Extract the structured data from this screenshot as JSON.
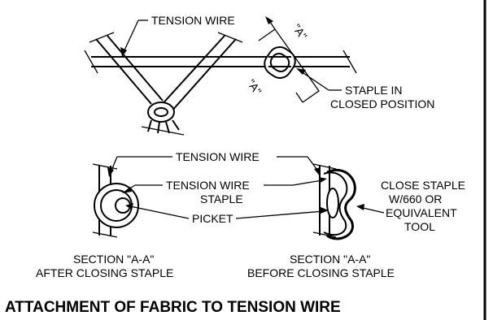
{
  "labels": {
    "tension_wire_top": "TENSION WIRE",
    "section_mark_a_top": "\"A\"",
    "section_mark_a_left": "\"A\"",
    "staple_closed_line1": "STAPLE IN",
    "staple_closed_line2": "CLOSED POSITION",
    "tension_wire_mid": "TENSION WIRE",
    "tension_wire_staple_line1": "TENSION WIRE",
    "tension_wire_staple_line2": "STAPLE",
    "picket": "PICKET",
    "close_staple_line1": "CLOSE STAPLE",
    "close_staple_line2": "W/660 OR",
    "close_staple_line3": "EQUIVALENT",
    "close_staple_line4": "TOOL",
    "section_left_line1": "SECTION \"A-A\"",
    "section_left_line2": "AFTER CLOSING STAPLE",
    "section_right_line1": "SECTION \"A-A\"",
    "section_right_line2": "BEFORE CLOSING STAPLE"
  },
  "title": "ATTACHMENT OF FABRIC TO TENSION WIRE"
}
